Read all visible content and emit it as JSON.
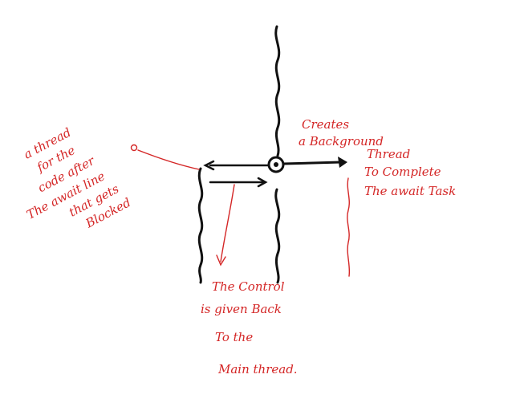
{
  "colors": {
    "ink": "#111111",
    "annotation": "#d42626",
    "background": "#ffffff"
  },
  "annotations": {
    "left_note": [
      "a thread",
      "for the",
      "code after",
      "The await line",
      "that gets",
      "Blocked"
    ],
    "right_note": [
      "Creates",
      "a Background",
      "Thread",
      "To Complete",
      "The await Task"
    ],
    "bottom_note": [
      "The Control",
      "is given Back",
      "To the",
      "Main thread."
    ]
  }
}
